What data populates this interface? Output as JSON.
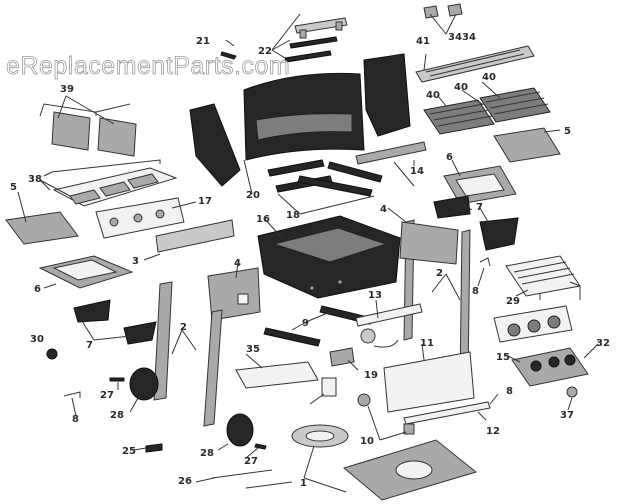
{
  "watermark": "eReplacementParts.com",
  "callouts": {
    "c1": "1",
    "c2a": "2",
    "c2b": "2",
    "c3": "3",
    "c4a": "4",
    "c4b": "4",
    "c5a": "5",
    "c5b": "5",
    "c6a": "6",
    "c6b": "6",
    "c7a": "7",
    "c7b": "7",
    "c8a": "8",
    "c8b": "8",
    "c8c": "8",
    "c9": "9",
    "c10": "10",
    "c11": "11",
    "c12": "12",
    "c13": "13",
    "c14": "14",
    "c15": "15",
    "c16": "16",
    "c17": "17",
    "c18": "18",
    "c19": "19",
    "c20": "20",
    "c21": "21",
    "c22": "22",
    "c25": "25",
    "c26": "26",
    "c27a": "27",
    "c27b": "27",
    "c28a": "28",
    "c28b": "28",
    "c29": "29",
    "c30": "30",
    "c32": "32",
    "c34a": "34",
    "c34b": "34",
    "c35": "35",
    "c37": "37",
    "c38": "38",
    "c39": "39",
    "c40a": "40",
    "c40b": "40",
    "c40c": "40",
    "c41": "41"
  }
}
